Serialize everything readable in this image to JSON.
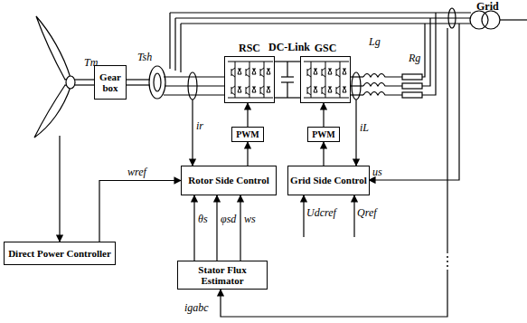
{
  "diagram": {
    "nodes": [
      {
        "text": [
          "Gear box"
        ]
      },
      {
        "text": [
          "RSC"
        ]
      },
      {
        "text": [
          "GSC"
        ]
      },
      {
        "text": [
          "PWM"
        ]
      },
      {
        "text": [
          "PWM"
        ]
      },
      {
        "text": [
          "Rotor Side Control"
        ]
      },
      {
        "text": [
          "Grid Side Control"
        ]
      },
      {
        "text": [
          "Direct Power Controller"
        ]
      },
      {
        "text": [
          "Stator Flux Estimator"
        ]
      }
    ],
    "edges": [
      {
        "from": 7,
        "to": 5,
        "arrow": "to",
        "label": "wref"
      },
      {
        "from": 5,
        "to": 3,
        "arrow": "to"
      },
      {
        "from": 3,
        "to": 1,
        "arrow": "to"
      },
      {
        "from": 6,
        "to": 4,
        "arrow": "to"
      },
      {
        "from": 4,
        "to": 2,
        "arrow": "to"
      },
      {
        "from": 8,
        "to": 5,
        "arrow": "to",
        "label": "θs"
      },
      {
        "from": 8,
        "to": 5,
        "arrow": "to",
        "label": "φsd"
      },
      {
        "from": 8,
        "to": 5,
        "arrow": "to",
        "label": "ws"
      }
    ],
    "labels": [
      "Grid",
      "DC-Link",
      "Tm",
      "Tsh",
      "Lg",
      "Rg",
      "ir",
      "iL",
      "us",
      "Udcref",
      "Qref",
      "igabc"
    ]
  }
}
